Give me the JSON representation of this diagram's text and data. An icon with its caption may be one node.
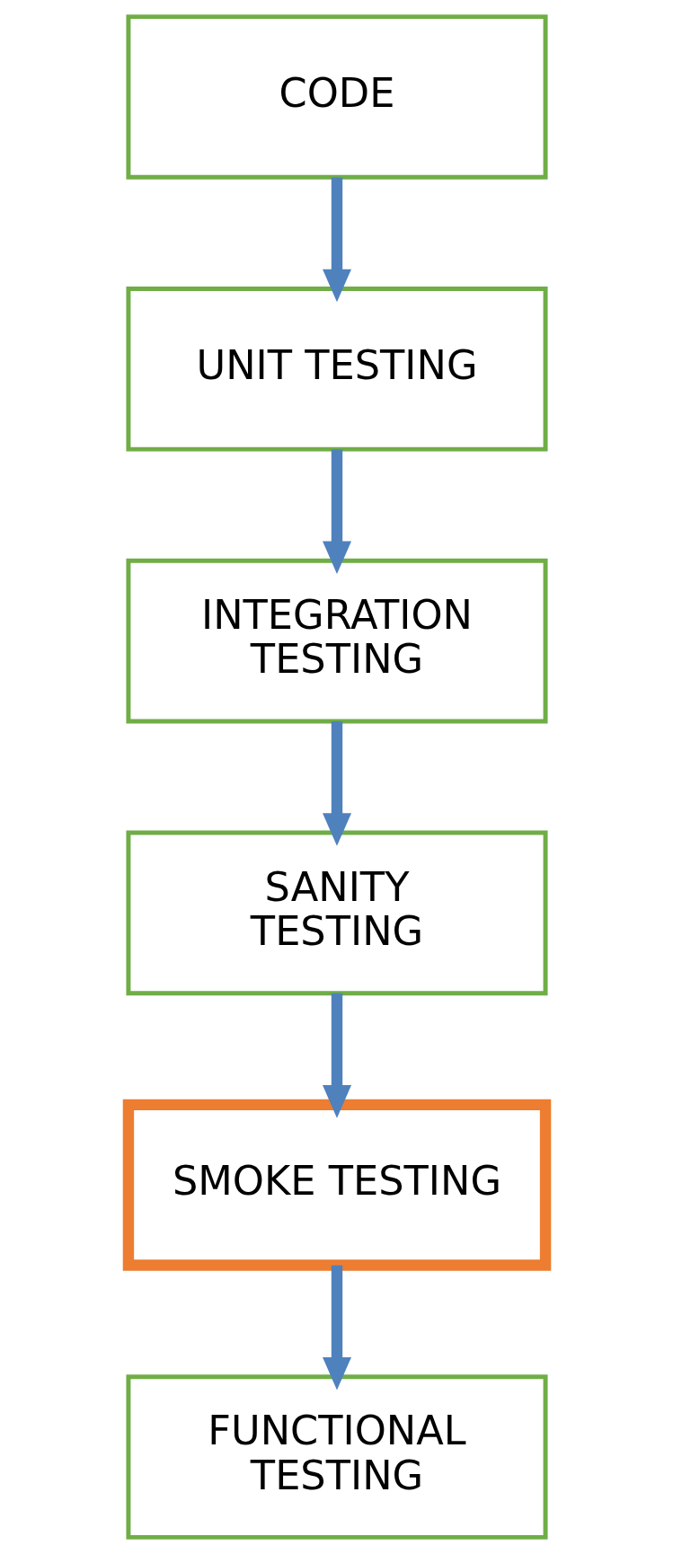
{
  "diagram": {
    "nodes": [
      {
        "text": [
          "CODE"
        ]
      },
      {
        "text": [
          "UNIT TESTING"
        ]
      },
      {
        "text": [
          "INTEGRATION TESTING"
        ]
      },
      {
        "text": [
          "SANITY TESTING"
        ]
      },
      {
        "text": [
          "SMOKE TESTING"
        ]
      },
      {
        "text": [
          "FUNCTIONAL TESTING"
        ]
      }
    ],
    "edges": [
      {
        "from": 0,
        "to": 1,
        "arrow": "to"
      },
      {
        "from": 1,
        "to": 2,
        "arrow": "to"
      },
      {
        "from": 2,
        "to": 3,
        "arrow": "to"
      },
      {
        "from": 3,
        "to": 4,
        "arrow": "to"
      },
      {
        "from": 4,
        "to": 5,
        "arrow": "to"
      }
    ]
  }
}
